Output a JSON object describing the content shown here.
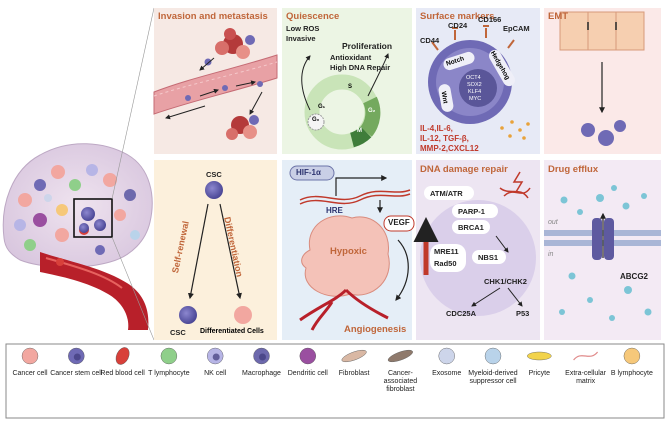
{
  "panels": {
    "invasion": {
      "title": "Invasion and metastasis"
    },
    "quiescence": {
      "title": "Quiescence",
      "top_left": [
        "Low ROS",
        "Invasive"
      ],
      "proliferation": "Proliferation",
      "prolif_sub": [
        "Antioxidant",
        "High DNA Repair"
      ],
      "phases": {
        "g0": "G₀",
        "g1": "G₁",
        "s": "S",
        "g2": "G₂",
        "m": "M"
      }
    },
    "surface": {
      "title": "Surface markers",
      "cd24": "CD24",
      "cd166": "CD166",
      "epcam": "EpCAM",
      "cd44": "CD44",
      "notch": "Notch",
      "hedgehog": "Hedgehog",
      "wnt": "Wnt",
      "tfs": [
        "OCT4",
        "SOX2",
        "KLF4",
        "MYC"
      ],
      "cytokines": [
        "IL-4,IL-6,",
        "IL-12, TGF-β,",
        "MMP-2,CXCL12"
      ]
    },
    "emt": {
      "title": "EMT"
    },
    "self_renewal": {
      "csc_top": "CSC",
      "self_renewal": "Self-renewal",
      "differentiation": "Differentiation",
      "csc_bottom": "CSC",
      "diff_cells": "Differentiated Cells"
    },
    "angiogenesis": {
      "hif": "HIF-1α",
      "hre": "HRE",
      "vegf": "VEGF",
      "hypoxic": "Hypoxic",
      "angio": "Angiogenesis"
    },
    "dna": {
      "title": "DNA damage repair",
      "atm": "ATM/ATR",
      "parp": "PARP-1",
      "brca": "BRCA1",
      "mre": "MRE11",
      "rad": "Rad50",
      "nbs": "NBS1",
      "chk": "CHK1/CHK2",
      "cdc": "CDC25A",
      "p53": "P53"
    },
    "efflux": {
      "title": "Drug efflux",
      "out": "out",
      "in": "in",
      "abcg2": "ABCG2"
    }
  },
  "legend": [
    {
      "label": "Cancer cell",
      "icon": "cancer-cell-icon",
      "color": "#f2a7a0"
    },
    {
      "label": "Cancer stem cell",
      "icon": "cancer-stem-cell-icon",
      "color": "#6f6ab5"
    },
    {
      "label": "Red blood cell",
      "icon": "red-blood-cell-icon",
      "color": "#d8403a"
    },
    {
      "label": "T lymphocyte",
      "icon": "t-lymphocyte-icon",
      "color": "#8fcf8a"
    },
    {
      "label": "NK cell",
      "icon": "nk-cell-icon",
      "color": "#b7b5e6"
    },
    {
      "label": "Macrophage",
      "icon": "macrophage-icon",
      "color": "#6d69ad"
    },
    {
      "label": "Dendritic cell",
      "icon": "dendritic-cell-icon",
      "color": "#9a4fa0"
    },
    {
      "label": "Fibroblast",
      "icon": "fibroblast-icon",
      "color": "#d9b8a4"
    },
    {
      "label": "Cancer-associated fibroblast",
      "icon": "caf-icon",
      "color": "#8f7a6c"
    },
    {
      "label": "Exosome",
      "icon": "exosome-icon",
      "color": "#cdd5ea"
    },
    {
      "label": "Myeloid-derived suppressor cell",
      "icon": "mdsc-icon",
      "color": "#b9d3ea"
    },
    {
      "label": "Pricyte",
      "icon": "pericyte-icon",
      "color": "#f2d34b"
    },
    {
      "label": "Extra-cellular matrix",
      "icon": "ecm-icon",
      "color": "#e08a8a"
    },
    {
      "label": "B lymphocyte",
      "icon": "b-lymphocyte-icon",
      "color": "#f6c87a"
    }
  ],
  "colors": {
    "panel_titles": "#c0663a",
    "red_text": "#c0392b",
    "legend_border": "#8a8a8a"
  }
}
